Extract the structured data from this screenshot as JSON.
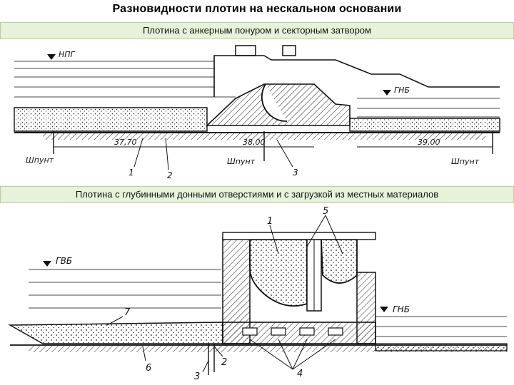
{
  "title": "Разновидности плотин на нескальном основании",
  "section1": {
    "caption": "Плотина с анкерным понуром и секторным затвором",
    "labels": {
      "upstream_level": "НПГ",
      "downstream_level": "ГНБ",
      "dim1": "37,70",
      "dim2": "38,00",
      "dim3": "39,00",
      "pile_left": "Шпунт",
      "pile_mid": "Шпунт",
      "pile_right": "Шпунт",
      "n1": "1",
      "n2": "2",
      "n3": "3"
    }
  },
  "section2": {
    "caption": "Плотина с глубинными донными отверстиями и с загрузкой из местных материалов",
    "labels": {
      "upstream_level": "ГВБ",
      "downstream_level": "ГНБ",
      "n1": "1",
      "n2": "2",
      "n3": "3",
      "n4": "4",
      "n5": "5",
      "n6": "6",
      "n7": "7"
    }
  }
}
